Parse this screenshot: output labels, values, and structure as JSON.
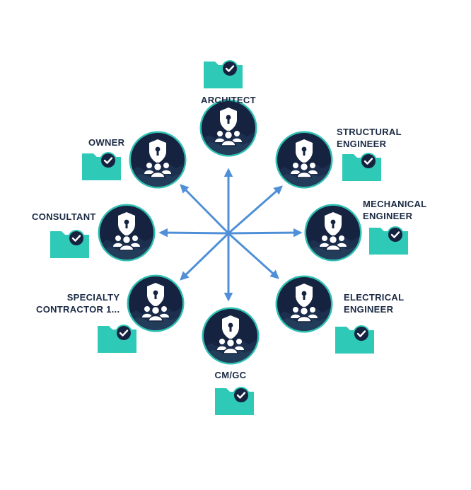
{
  "diagram": {
    "nodes": [
      {
        "id": "architect",
        "lines": [
          "ARCHITECT"
        ]
      },
      {
        "id": "structural",
        "lines": [
          "STRUCTURAL",
          "ENGINEER"
        ]
      },
      {
        "id": "mechanical",
        "lines": [
          "MECHANICAL",
          "ENGINEER"
        ]
      },
      {
        "id": "electrical",
        "lines": [
          "ELECTRICAL",
          "ENGINEER"
        ]
      },
      {
        "id": "cmgc",
        "lines": [
          "CM/GC"
        ]
      },
      {
        "id": "specialty",
        "lines": [
          "SPECIALTY",
          "CONTRACTOR 1..."
        ]
      },
      {
        "id": "consultant",
        "lines": [
          "CONSULTANT"
        ]
      },
      {
        "id": "owner",
        "lines": [
          "OWNER"
        ]
      }
    ],
    "colors": {
      "node_fill": "#152240",
      "node_ring": "#2fbfb1",
      "arrow": "#4f8fd8",
      "folder": "#2fc9b8",
      "check_bg": "#152240",
      "label_text": "#1b2a44"
    },
    "icons": {
      "node": "shield-lock-team-icon",
      "folder": "folder-check-icon"
    }
  }
}
